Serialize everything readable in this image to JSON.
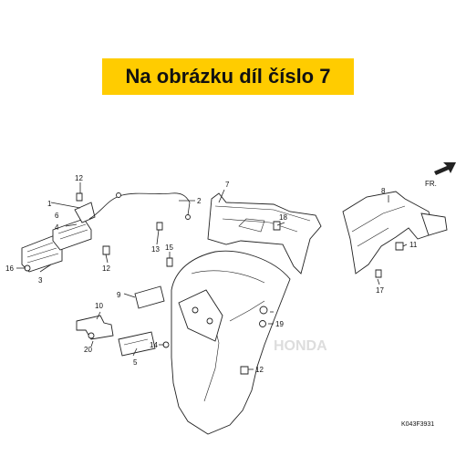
{
  "banner": {
    "text": "Na obrázku díl číslo 7",
    "bg_color": "#ffcc00"
  },
  "diagram": {
    "code": "K043F3931",
    "direction": "FR.",
    "watermark": "HONDA",
    "callouts": [
      {
        "id": "c1",
        "text": "1"
      },
      {
        "id": "c2",
        "text": "2"
      },
      {
        "id": "c3",
        "text": "3"
      },
      {
        "id": "c4",
        "text": "4"
      },
      {
        "id": "c5",
        "text": "5"
      },
      {
        "id": "c6",
        "text": "6"
      },
      {
        "id": "c7",
        "text": "7"
      },
      {
        "id": "c8",
        "text": "8"
      },
      {
        "id": "c9",
        "text": "9"
      },
      {
        "id": "c10",
        "text": "10"
      },
      {
        "id": "c11",
        "text": "11"
      },
      {
        "id": "c12a",
        "text": "12"
      },
      {
        "id": "c12b",
        "text": "12"
      },
      {
        "id": "c12c",
        "text": "12"
      },
      {
        "id": "c13",
        "text": "13"
      },
      {
        "id": "c14",
        "text": "14"
      },
      {
        "id": "c15",
        "text": "15"
      },
      {
        "id": "c16",
        "text": "16"
      },
      {
        "id": "c17",
        "text": "17"
      },
      {
        "id": "c18",
        "text": "18"
      },
      {
        "id": "c19",
        "text": "19"
      },
      {
        "id": "c20",
        "text": "20"
      }
    ]
  }
}
